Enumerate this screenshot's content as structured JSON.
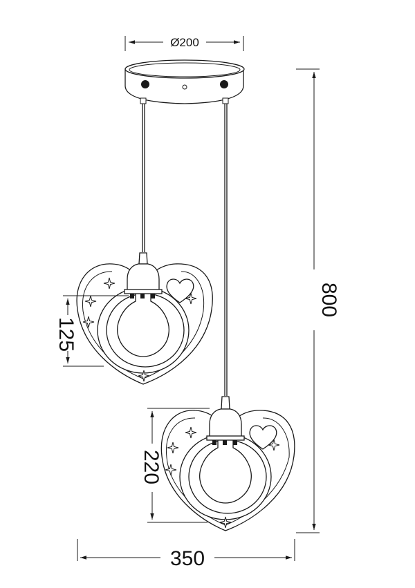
{
  "drawing": {
    "title": "",
    "dimensions": {
      "canopy_diameter": "Ø200",
      "total_height": "800",
      "total_width": "350",
      "shade_upper_height": "125",
      "shade_lower_height": "220"
    }
  }
}
